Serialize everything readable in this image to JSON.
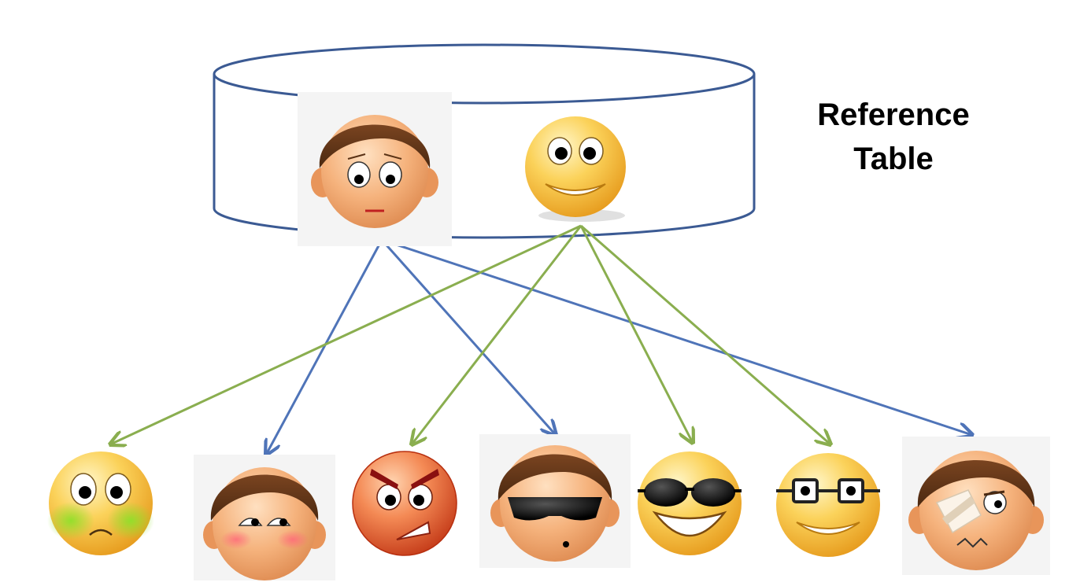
{
  "diagram": {
    "label_line1": "Reference",
    "label_line2": "Table",
    "colors": {
      "container_stroke": "#3b5a93",
      "blue_arrow": "#4f74b8",
      "green_arrow": "#8aae4f",
      "boy_skin": "#f2ae78",
      "boy_hair": "#5b3216",
      "smiley_yellow": "#f8c840",
      "angry_orange": "#ee6a3c"
    },
    "reference_items": [
      {
        "name": "boy-worried",
        "icon": "boy-worried-face-icon"
      },
      {
        "name": "smiley-happy",
        "icon": "yellow-smiley-face-icon"
      }
    ],
    "derived_items": [
      {
        "name": "sick-smiley",
        "icon": "sick-smiley-face-icon",
        "source": "smiley-happy"
      },
      {
        "name": "boy-blushing",
        "icon": "boy-blushing-face-icon",
        "source": "boy-worried"
      },
      {
        "name": "angry-smiley",
        "icon": "angry-smiley-face-icon",
        "source": "smiley-happy"
      },
      {
        "name": "boy-sunglasses",
        "icon": "boy-sunglasses-face-icon",
        "source": "boy-worried"
      },
      {
        "name": "cool-smiley",
        "icon": "sunglasses-smiley-face-icon",
        "source": "smiley-happy"
      },
      {
        "name": "glasses-smiley",
        "icon": "glasses-smiley-face-icon",
        "source": "smiley-happy"
      },
      {
        "name": "boy-bandaged",
        "icon": "boy-bandaged-face-icon",
        "source": "boy-worried"
      }
    ]
  }
}
